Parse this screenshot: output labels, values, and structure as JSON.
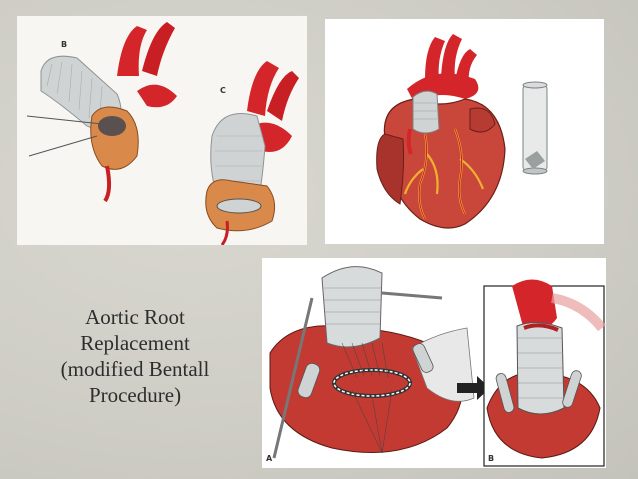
{
  "slide": {
    "title_lines": [
      "Aortic Root",
      "Replacement",
      "(modified Bentall",
      "Procedure)"
    ]
  },
  "figure_top_left": {
    "labels": {
      "b": "B",
      "c": "C"
    }
  },
  "figure_bottom_right": {
    "labels": {
      "a": "A",
      "b": "B"
    }
  },
  "colors": {
    "background": "#cfcec6",
    "aorta_red": "#d4262a",
    "graft_gray": "#cfd3d3",
    "tissue_orange": "#d98a4a",
    "heart_red": "#c9473a",
    "coronary_yellow": "#f0b030",
    "myocardium_dark": "#a8322c"
  }
}
